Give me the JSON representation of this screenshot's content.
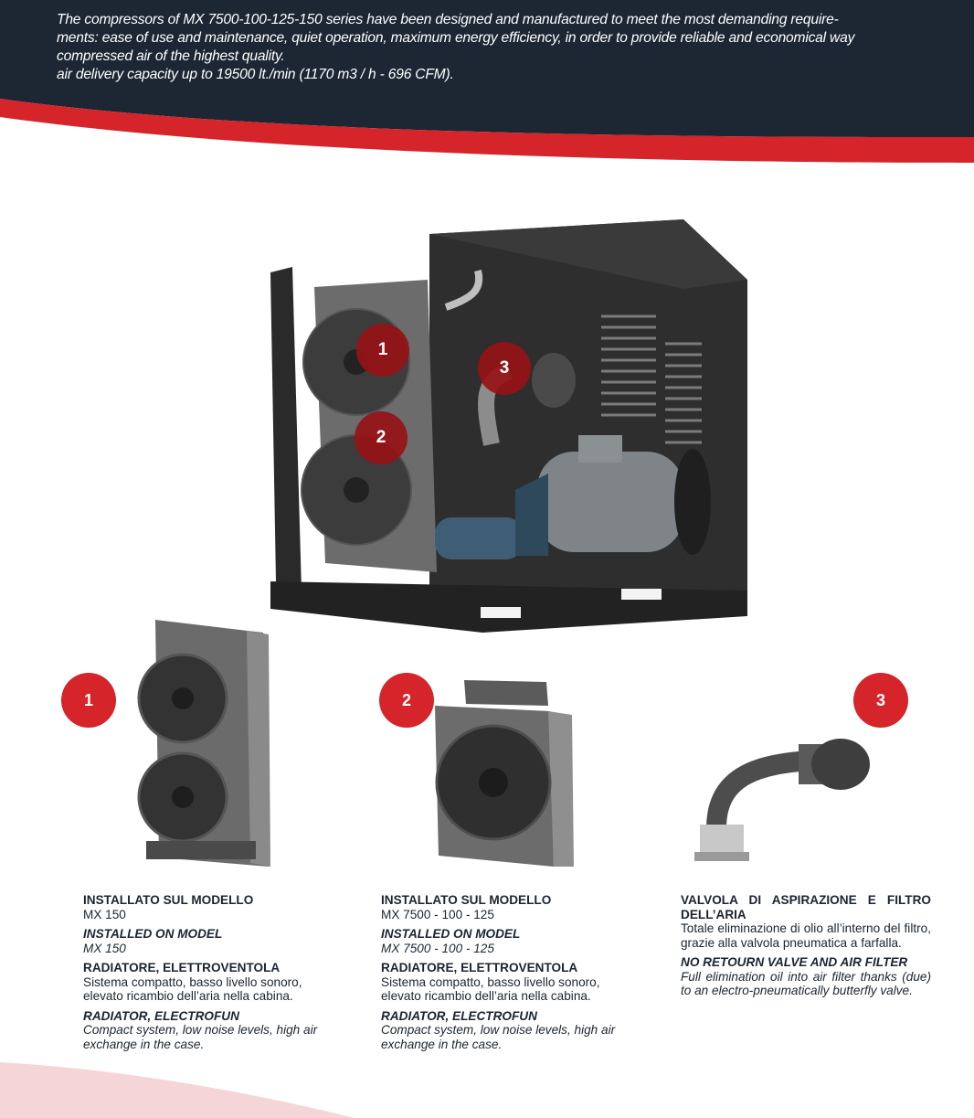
{
  "intro": {
    "line1": "The compressors of MX 7500-100-125-150 series have been designed and manufactured to meet the most demanding require-",
    "line2": "ments: ease of use and maintenance, quiet operation, maximum energy efficiency, in order to provide reliable and economical way",
    "line3": "compressed air of the highest quality.",
    "line4": "air delivery capacity up to 19500 lt./min (1170 m3 / h - 696 CFM)."
  },
  "callouts": [
    "1",
    "2",
    "3"
  ],
  "badges": [
    "1",
    "2",
    "3"
  ],
  "columns": [
    {
      "installed_it_label": "INSTALLATO SUL MODELLO",
      "installed_it_value": "MX 150",
      "installed_en_label": "INSTALLED ON MODEL",
      "installed_en_value": "MX 150",
      "title_it": "RADIATORE, ELETTROVENTOLA",
      "desc_it": "Sistema compatto, basso livello sonoro, elevato ricambio dell’aria nella cabina.",
      "title_en": "RADIATOR, ELECTROFUN",
      "desc_en": "Compact system, low noise levels, high air exchange in the case."
    },
    {
      "installed_it_label": "INSTALLATO SUL MODELLO",
      "installed_it_value": "MX 7500 - 100 - 125",
      "installed_en_label": "INSTALLED ON MODEL",
      "installed_en_value": "MX 7500 - 100 - 125",
      "title_it": "RADIATORE, ELETTROVENTOLA",
      "desc_it": "Sistema compatto, basso livello sonoro, elevato ricambio dell’aria nella cabina.",
      "title_en": "RADIATOR, ELECTROFUN",
      "desc_en": "Compact system, low noise levels, high air exchange in the case."
    },
    {
      "title_it": "VALVOLA DI ASPIRAZIONE E FILTRO DELL’ARIA",
      "desc_it": "Totale eliminazione di olio all’interno del filtro, grazie alla valvola pneumatica a farfalla.",
      "title_en": "NO RETOURN VALVE AND AIR FILTER",
      "desc_en": "Full elimination oil into air filter thanks (due) to an electro-pneumatically butterfly valve."
    }
  ],
  "colors": {
    "navy": "#1c2733",
    "red": "#d5242a",
    "callout": "#961216",
    "pink": "#f6d5d8"
  }
}
